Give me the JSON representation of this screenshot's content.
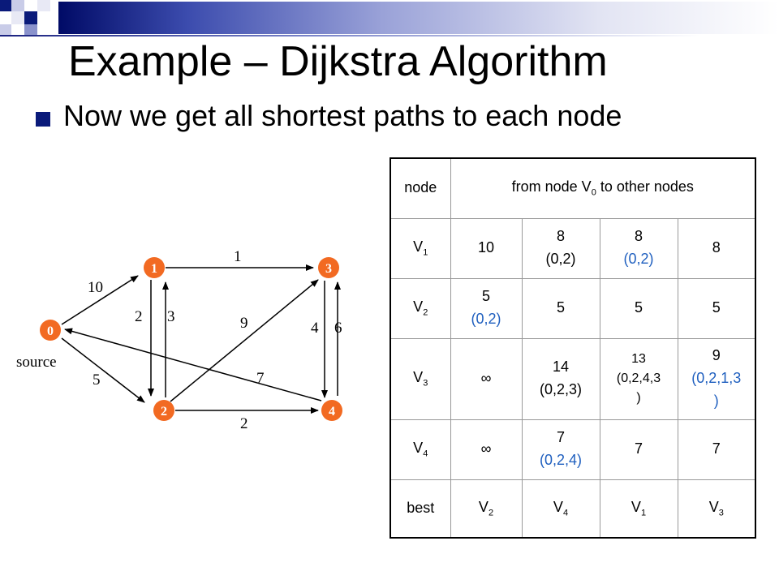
{
  "slide": {
    "title": "Example – Dijkstra Algorithm",
    "bullet": "Now we get all shortest paths to each node"
  },
  "colors": {
    "node_fill": "#f26a22",
    "node_text": "#ffffff",
    "blue_text": "#1f5fbf",
    "red_text": "#e2401a",
    "bullet": "#0a1a7a"
  },
  "graph": {
    "source_label": "source",
    "nodes": [
      {
        "id": "0",
        "label": "0"
      },
      {
        "id": "1",
        "label": "1"
      },
      {
        "id": "2",
        "label": "2"
      },
      {
        "id": "3",
        "label": "3"
      },
      {
        "id": "4",
        "label": "4"
      }
    ],
    "edges": [
      {
        "from": "0",
        "to": "1",
        "weight": "10"
      },
      {
        "from": "0",
        "to": "2",
        "weight": "5"
      },
      {
        "from": "1",
        "to": "3",
        "weight": "1"
      },
      {
        "from": "1",
        "to": "2",
        "weight": "2"
      },
      {
        "from": "2",
        "to": "1",
        "weight": "3"
      },
      {
        "from": "2",
        "to": "3",
        "weight": "9"
      },
      {
        "from": "2",
        "to": "4",
        "weight": "2"
      },
      {
        "from": "3",
        "to": "4",
        "weight": "4"
      },
      {
        "from": "4",
        "to": "3",
        "weight": "6"
      },
      {
        "from": "4",
        "to": "0",
        "weight": "7"
      }
    ]
  },
  "table": {
    "header_node": "node",
    "header_main": "from node V",
    "header_sub": "0",
    "header_tail": " to other nodes",
    "rows": [
      {
        "node": "V",
        "node_sub": "1",
        "c1": "10",
        "c2": "8",
        "c2b": "(0,2)",
        "c3": "8",
        "c3b": "(0,2)",
        "c4": "8"
      },
      {
        "node": "V",
        "node_sub": "2",
        "c1": "5",
        "c1b": "(0,2)",
        "c2": "5",
        "c3": "5",
        "c4": "5"
      },
      {
        "node": "V",
        "node_sub": "3",
        "c1": "∞",
        "c2": "14",
        "c2b": "(0,2,3)",
        "c3": "13",
        "c3b": "(0,2,4,3",
        "c3c": ")",
        "c4": "9",
        "c4b": "(0,2,1,3",
        "c4c": ")"
      },
      {
        "node": "V",
        "node_sub": "4",
        "c1": "∞",
        "c2": "7",
        "c2b": "(0,2,4)",
        "c3": "7",
        "c4": "7"
      }
    ],
    "best_label": "best",
    "best": [
      {
        "v": "V",
        "sub": "2"
      },
      {
        "v": "V",
        "sub": "4"
      },
      {
        "v": "V",
        "sub": "1"
      },
      {
        "v": "V",
        "sub": "3"
      }
    ]
  }
}
